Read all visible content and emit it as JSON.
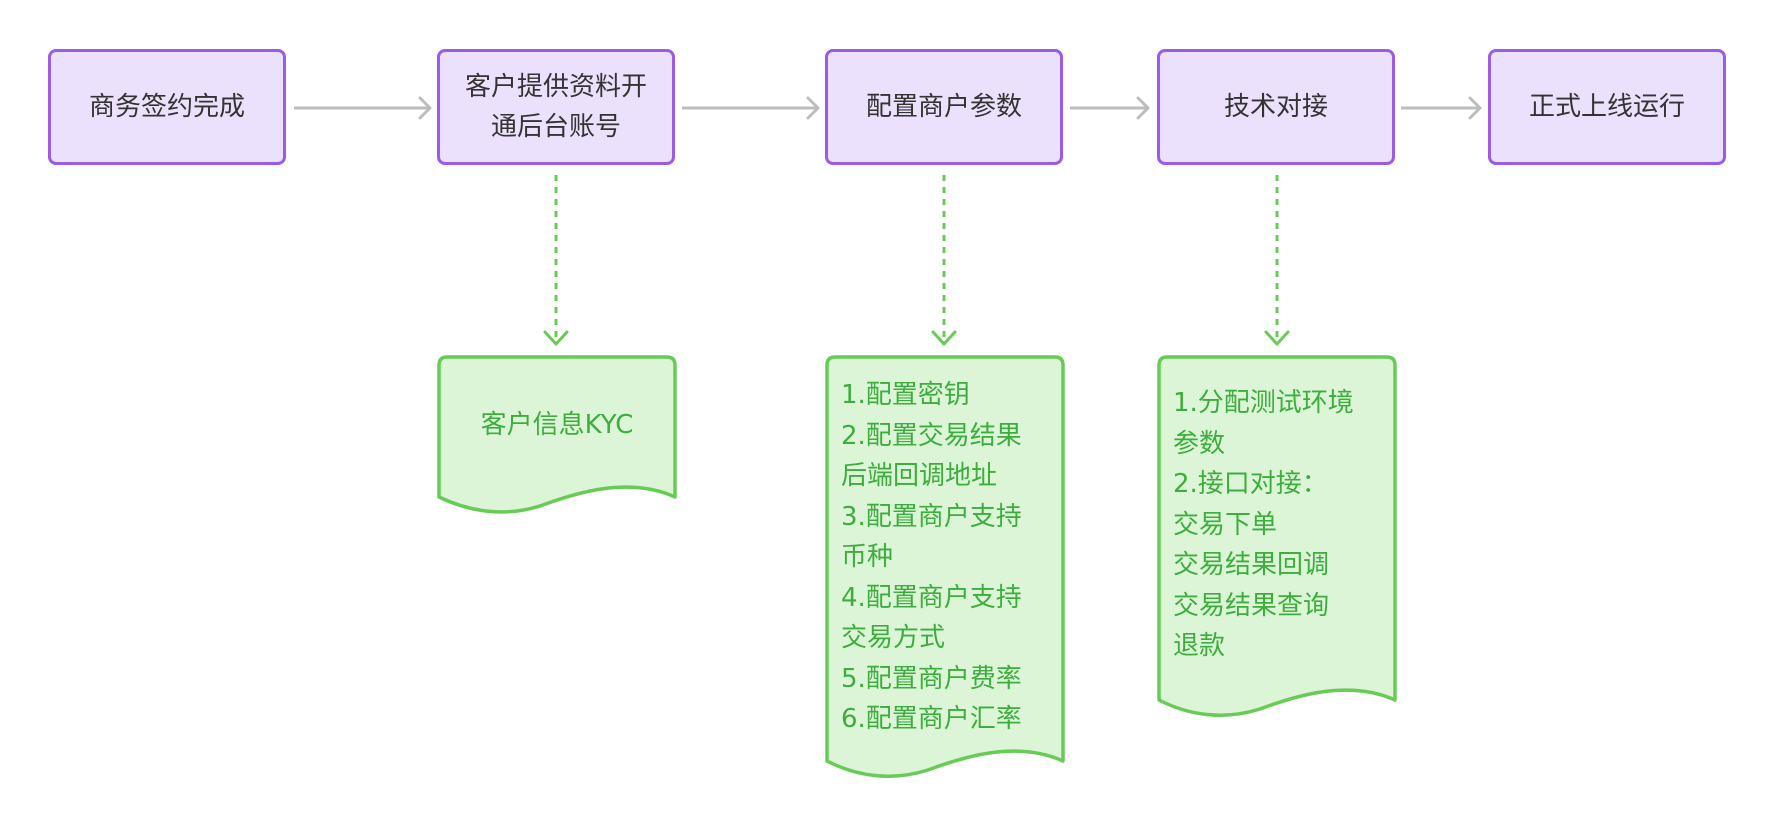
{
  "process_steps": [
    {
      "lines": [
        "商务签约完成"
      ]
    },
    {
      "lines": [
        "客户提供资料开",
        "通后台账号"
      ]
    },
    {
      "lines": [
        "配置商户参数"
      ]
    },
    {
      "lines": [
        "技术对接"
      ]
    },
    {
      "lines": [
        "正式上线运行"
      ]
    }
  ],
  "documents": [
    {
      "lines": [
        "客户信息KYC"
      ]
    },
    {
      "lines": [
        "1.配置密钥",
        "2.配置交易结果",
        "后端回调地址",
        "3.配置商户支持",
        "币种",
        "4.配置商户支持",
        "交易方式",
        "5.配置商户费率",
        "6.配置商户汇率"
      ]
    },
    {
      "lines": [
        "1.分配测试环境",
        "参数",
        "2.接口对接：",
        "交易下单",
        "交易结果回调",
        "交易结果查询",
        "退款"
      ]
    }
  ],
  "colors": {
    "step_fill": "#ece1fd",
    "step_border": "#9a5be8",
    "doc_fill": "#dbf5d6",
    "doc_border": "#66cc55",
    "doc_text": "#3dae3d",
    "arrow_gray": "#bdbdbd"
  }
}
